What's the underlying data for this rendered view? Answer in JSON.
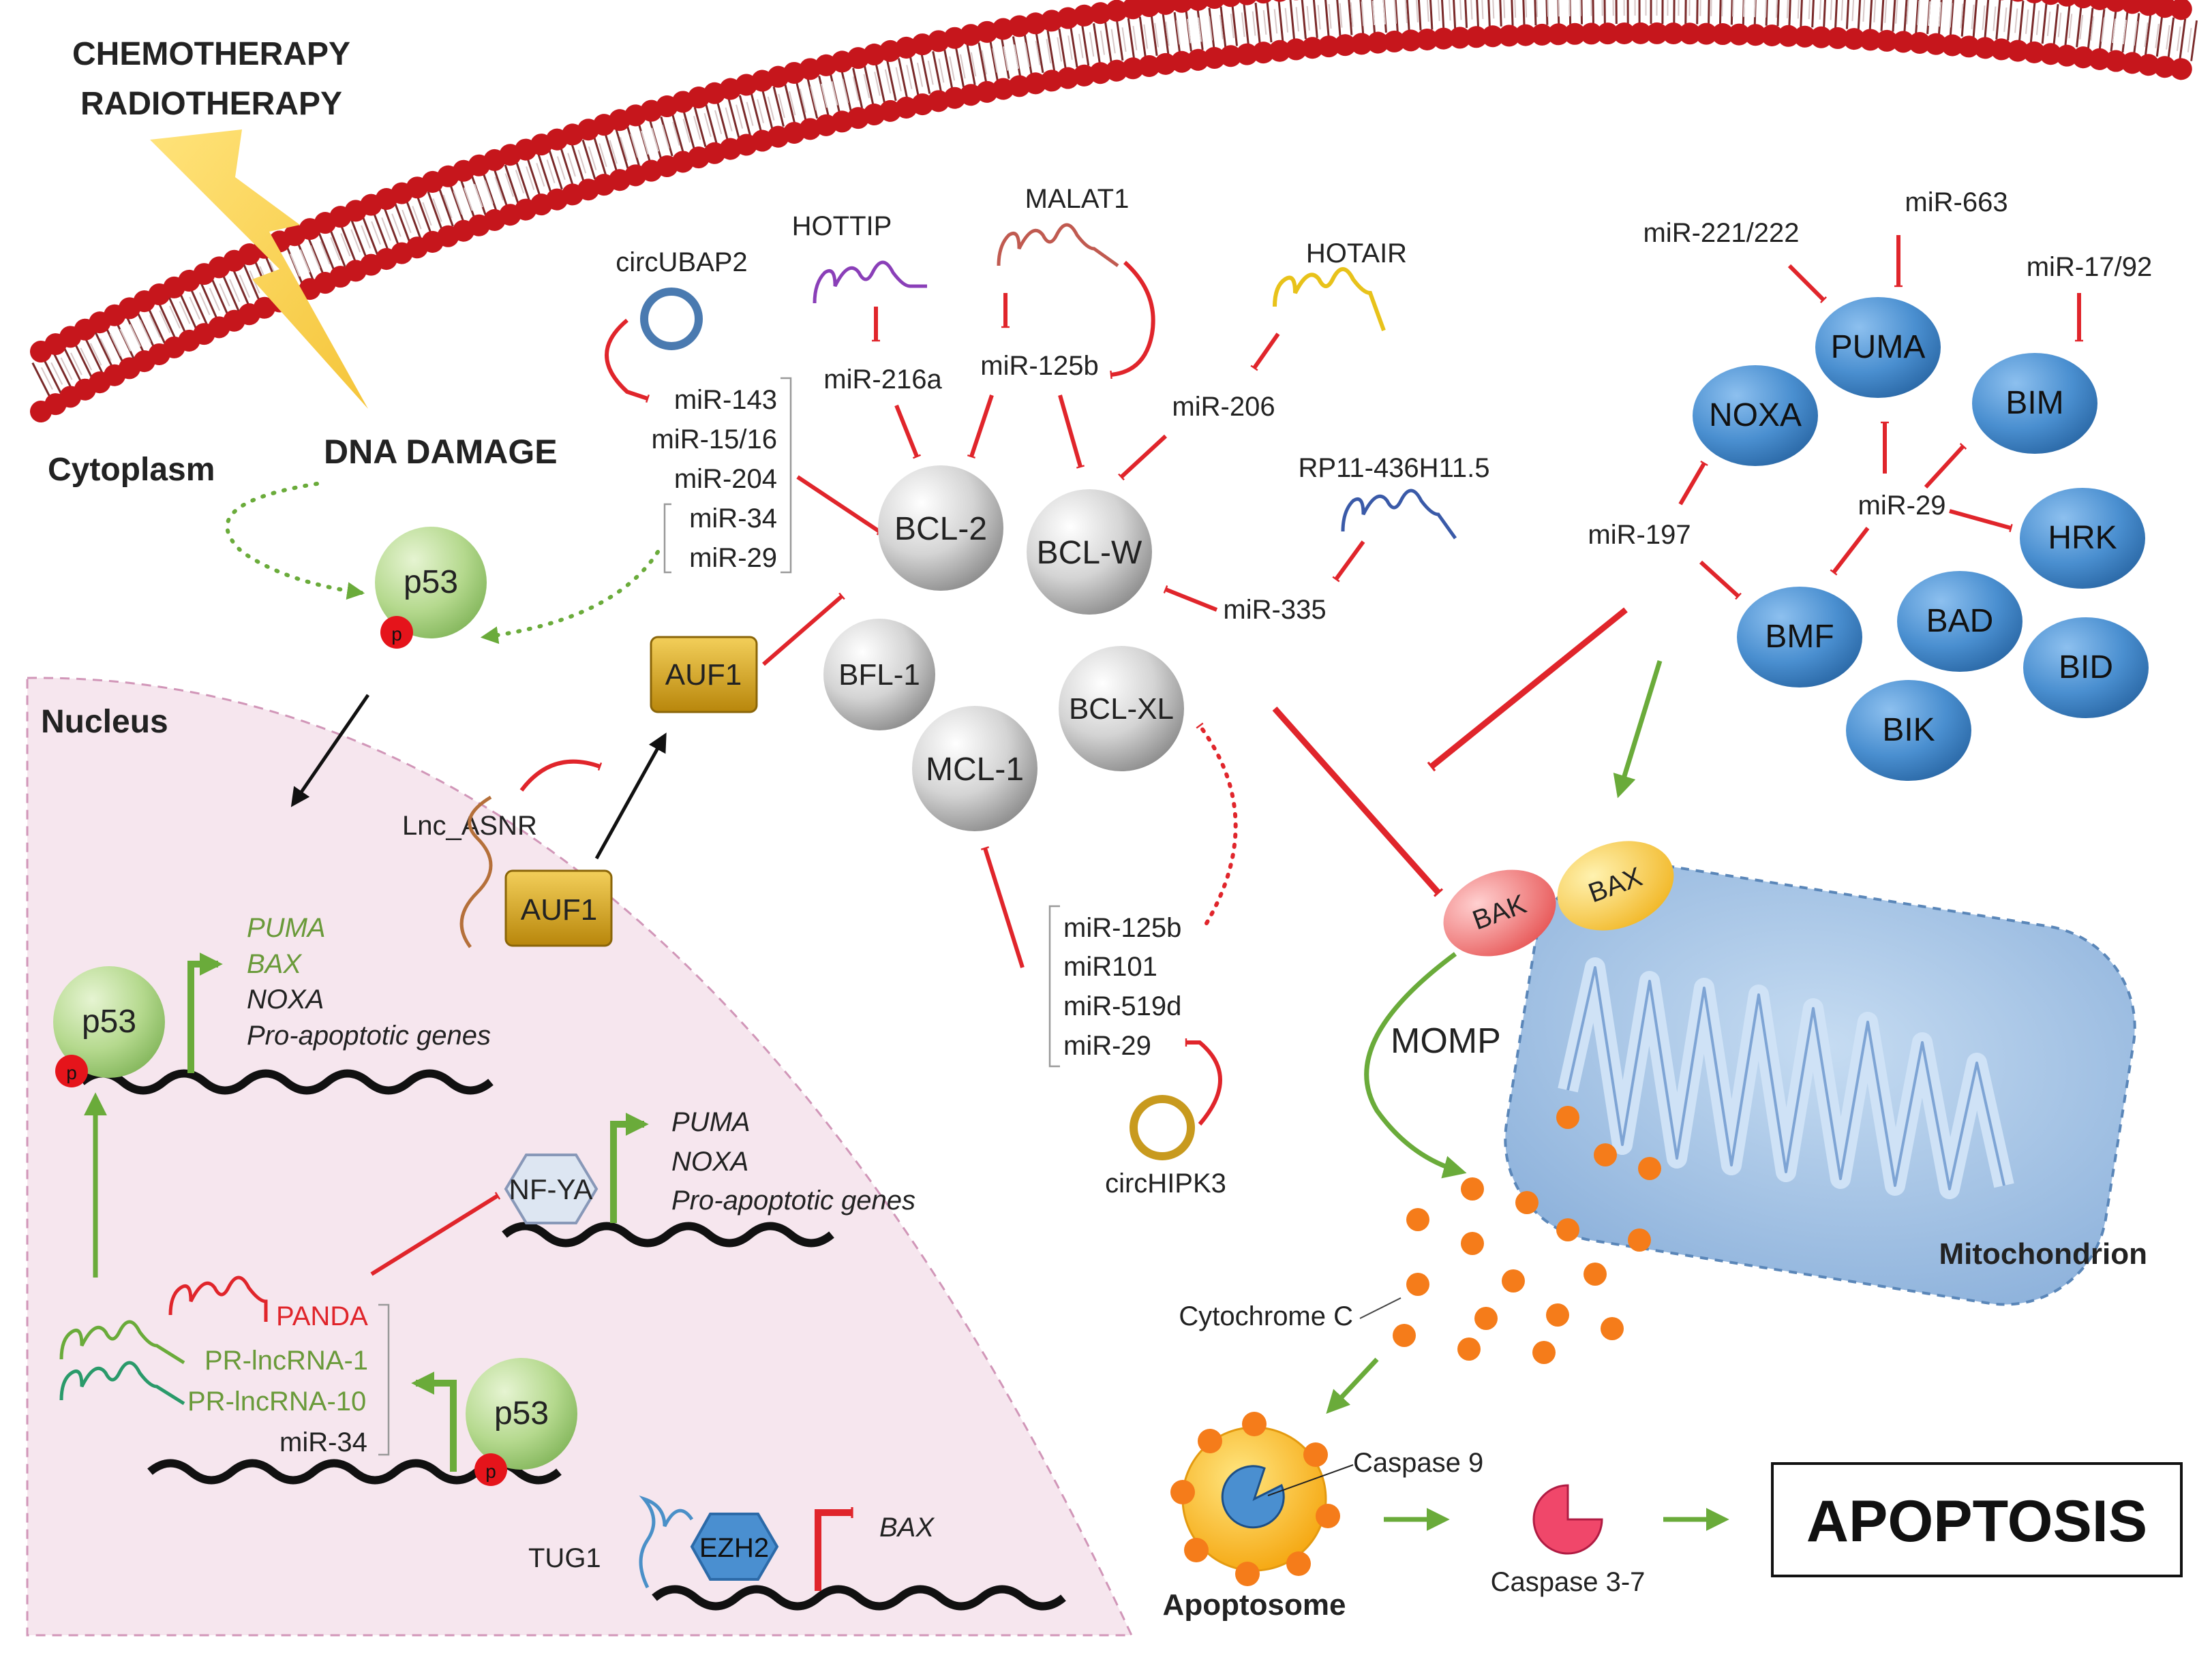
{
  "stimulus": {
    "line1": "CHEMOTHERAPY",
    "line2": "RADIOTHERAPY"
  },
  "compartments": {
    "cytoplasm": "Cytoplasm",
    "nucleus": "Nucleus",
    "mitochondrion": "Mitochondrion"
  },
  "dna_damage": "DNA DAMAGE",
  "p53": "p53",
  "phospho": "p",
  "auf1": "AUF1",
  "lnc_asnr": "Lnc_ASNR",
  "p53_targets": {
    "puma": "PUMA",
    "bax": "BAX",
    "noxa": "NOXA",
    "pro": "Pro-apoptotic genes"
  },
  "nfya": "NF-YA",
  "nfya_targets": {
    "puma": "PUMA",
    "noxa": "NOXA",
    "pro": "Pro-apoptotic genes"
  },
  "nuclear_rnas": {
    "panda": "PANDA",
    "pr1": "PR-lncRNA-1",
    "pr10": "PR-lncRNA-10",
    "mir34": "miR-34"
  },
  "tug1": "TUG1",
  "ezh2": "EZH2",
  "bax_gene": "BAX",
  "circubap2": "circUBAP2",
  "mir_group1": [
    "miR-143",
    "miR-15/16",
    "miR-204",
    "miR-34",
    "miR-29"
  ],
  "hottip": "HOTTIP",
  "mir216a": "miR-216a",
  "malat1": "MALAT1",
  "mir125b_top": "miR-125b",
  "hotair": "HOTAIR",
  "mir206": "miR-206",
  "rp11": "RP11-436H11.5",
  "mir335": "miR-335",
  "anti_apoptotic": {
    "bcl2": "BCL-2",
    "bclw": "BCL-W",
    "bfl1": "BFL-1",
    "bclxl": "BCL-XL",
    "mcl1": "MCL-1"
  },
  "mir_group2": [
    "miR-125b",
    "miR101",
    "miR-519d",
    "miR-29"
  ],
  "circhipk3": "circHIPK3",
  "bh3_regulators": {
    "mir221": "miR-221/222",
    "mir663": "miR-663",
    "mir1792": "miR-17/92",
    "mir197": "miR-197",
    "mir29": "miR-29"
  },
  "bh3_only": {
    "puma": "PUMA",
    "noxa": "NOXA",
    "bim": "BIM",
    "hrk": "HRK",
    "bmf": "BMF",
    "bad": "BAD",
    "bid": "BID",
    "bik": "BIK"
  },
  "effectors": {
    "bak": "BAK",
    "bax": "BAX"
  },
  "momp": "MOMP",
  "cytochrome_c": "Cytochrome C",
  "caspase9": "Caspase 9",
  "apoptosome": "Apoptosome",
  "caspase37": "Caspase 3-7",
  "apoptosis": "APOPTOSIS",
  "colors": {
    "inhibition": "#e0252b",
    "activation": "#6aab3a",
    "anti_apoptotic_sphere": "#c8c8c8",
    "bh3_ellipse": "#4a8fd0",
    "nucleus_fill": "#f6e6ee",
    "mitochondrion_fill": "#a9c6e6",
    "membrane": "#c6161c",
    "cytochrome": "#f57c1a"
  }
}
